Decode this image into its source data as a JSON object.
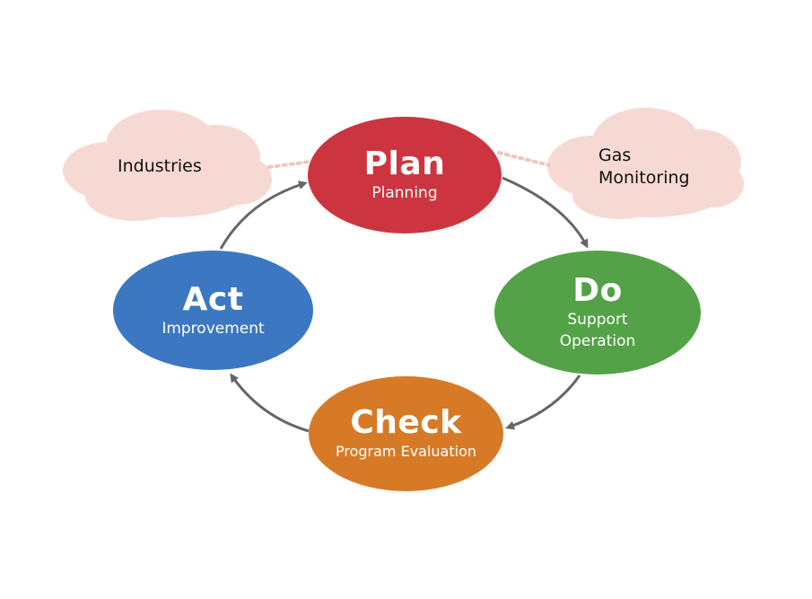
{
  "colors": {
    "plan": "#cc3540",
    "do": "#53a247",
    "check": "#d77a27",
    "act": "#3c78c2",
    "cloud": "#f7d9d3",
    "arrow": "#666666",
    "dotted": "#efc7bd"
  },
  "cycle": [
    {
      "id": "plan",
      "title": "Plan",
      "subtitle_lines": [
        "Planning"
      ]
    },
    {
      "id": "do",
      "title": "Do",
      "subtitle_lines": [
        "Support",
        "Operation"
      ]
    },
    {
      "id": "check",
      "title": "Check",
      "subtitle_lines": [
        "Program Evaluation"
      ]
    },
    {
      "id": "act",
      "title": "Act",
      "subtitle_lines": [
        "Improvement"
      ]
    }
  ],
  "clouds": [
    {
      "id": "industries",
      "lines": [
        "Industries"
      ]
    },
    {
      "id": "gas-monitoring",
      "lines": [
        "Gas",
        "Monitoring"
      ]
    }
  ]
}
